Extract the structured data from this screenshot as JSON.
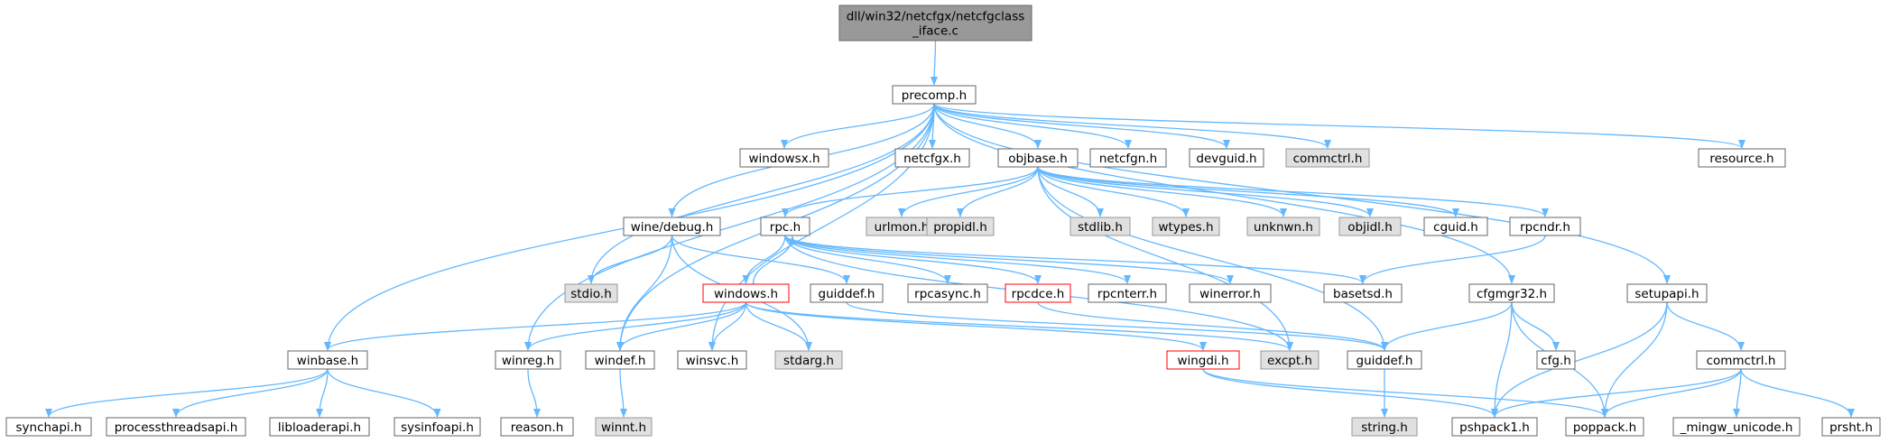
{
  "colors": {
    "edge": "#63b8ff",
    "border": "#666666",
    "root_fill": "#999999",
    "root_border": "#666666",
    "file_fill": "#ffffff",
    "external_fill": "#e0e0e0",
    "external_border": "#999999",
    "truncated_border": "#ff0000"
  },
  "nodes": [
    {
      "id": "root",
      "lines": [
        "dll/win32/netcfgx/netcfgclass",
        "_iface.c"
      ],
      "kind": "root"
    },
    {
      "id": "precomp",
      "lines": [
        "precomp.h"
      ],
      "kind": "file"
    },
    {
      "id": "windowsx",
      "lines": [
        "windowsx.h"
      ],
      "kind": "file"
    },
    {
      "id": "netcfgx",
      "lines": [
        "netcfgx.h"
      ],
      "kind": "file"
    },
    {
      "id": "objbase",
      "lines": [
        "objbase.h"
      ],
      "kind": "file"
    },
    {
      "id": "netcfgn",
      "lines": [
        "netcfgn.h"
      ],
      "kind": "file"
    },
    {
      "id": "devguid",
      "lines": [
        "devguid.h"
      ],
      "kind": "file"
    },
    {
      "id": "commctrl_top",
      "lines": [
        "commctrl.h"
      ],
      "kind": "external"
    },
    {
      "id": "resource",
      "lines": [
        "resource.h"
      ],
      "kind": "file"
    },
    {
      "id": "winedebug",
      "lines": [
        "wine/debug.h"
      ],
      "kind": "file"
    },
    {
      "id": "rpc",
      "lines": [
        "rpc.h"
      ],
      "kind": "file"
    },
    {
      "id": "urlmon",
      "lines": [
        "urlmon.h"
      ],
      "kind": "external"
    },
    {
      "id": "propidl",
      "lines": [
        "propidl.h"
      ],
      "kind": "external"
    },
    {
      "id": "stdlib",
      "lines": [
        "stdlib.h"
      ],
      "kind": "external"
    },
    {
      "id": "wtypes",
      "lines": [
        "wtypes.h"
      ],
      "kind": "external"
    },
    {
      "id": "unknwn",
      "lines": [
        "unknwn.h"
      ],
      "kind": "external"
    },
    {
      "id": "objidl",
      "lines": [
        "objidl.h"
      ],
      "kind": "external"
    },
    {
      "id": "cguid",
      "lines": [
        "cguid.h"
      ],
      "kind": "file"
    },
    {
      "id": "rpcndr",
      "lines": [
        "rpcndr.h"
      ],
      "kind": "file"
    },
    {
      "id": "stdio",
      "lines": [
        "stdio.h"
      ],
      "kind": "external"
    },
    {
      "id": "windows",
      "lines": [
        "windows.h"
      ],
      "kind": "truncated"
    },
    {
      "id": "guiddef_mid",
      "lines": [
        "guiddef.h"
      ],
      "kind": "file"
    },
    {
      "id": "rpcasync",
      "lines": [
        "rpcasync.h"
      ],
      "kind": "file"
    },
    {
      "id": "rpcdce",
      "lines": [
        "rpcdce.h"
      ],
      "kind": "truncated"
    },
    {
      "id": "rpcnterr",
      "lines": [
        "rpcnterr.h"
      ],
      "kind": "file"
    },
    {
      "id": "winerror",
      "lines": [
        "winerror.h"
      ],
      "kind": "file"
    },
    {
      "id": "basetsd",
      "lines": [
        "basetsd.h"
      ],
      "kind": "file"
    },
    {
      "id": "cfgmgr32",
      "lines": [
        "cfgmgr32.h"
      ],
      "kind": "file"
    },
    {
      "id": "setupapi",
      "lines": [
        "setupapi.h"
      ],
      "kind": "file"
    },
    {
      "id": "winbase",
      "lines": [
        "winbase.h"
      ],
      "kind": "file"
    },
    {
      "id": "winreg",
      "lines": [
        "winreg.h"
      ],
      "kind": "file"
    },
    {
      "id": "windef",
      "lines": [
        "windef.h"
      ],
      "kind": "file"
    },
    {
      "id": "winsvc",
      "lines": [
        "winsvc.h"
      ],
      "kind": "file"
    },
    {
      "id": "stdarg",
      "lines": [
        "stdarg.h"
      ],
      "kind": "external"
    },
    {
      "id": "wingdi",
      "lines": [
        "wingdi.h"
      ],
      "kind": "truncated"
    },
    {
      "id": "excpt",
      "lines": [
        "excpt.h"
      ],
      "kind": "external"
    },
    {
      "id": "guiddef_low",
      "lines": [
        "guiddef.h"
      ],
      "kind": "file"
    },
    {
      "id": "cfg",
      "lines": [
        "cfg.h"
      ],
      "kind": "file"
    },
    {
      "id": "commctrl_low",
      "lines": [
        "commctrl.h"
      ],
      "kind": "file"
    },
    {
      "id": "synchapi",
      "lines": [
        "synchapi.h"
      ],
      "kind": "file"
    },
    {
      "id": "processthreadsapi",
      "lines": [
        "processthreadsapi.h"
      ],
      "kind": "file"
    },
    {
      "id": "libloaderapi",
      "lines": [
        "libloaderapi.h"
      ],
      "kind": "file"
    },
    {
      "id": "sysinfoapi",
      "lines": [
        "sysinfoapi.h"
      ],
      "kind": "file"
    },
    {
      "id": "reason",
      "lines": [
        "reason.h"
      ],
      "kind": "file"
    },
    {
      "id": "winnt",
      "lines": [
        "winnt.h"
      ],
      "kind": "external"
    },
    {
      "id": "string",
      "lines": [
        "string.h"
      ],
      "kind": "external"
    },
    {
      "id": "pshpack1",
      "lines": [
        "pshpack1.h"
      ],
      "kind": "file"
    },
    {
      "id": "poppack",
      "lines": [
        "poppack.h"
      ],
      "kind": "file"
    },
    {
      "id": "mingw_unicode",
      "lines": [
        "_mingw_unicode.h"
      ],
      "kind": "file"
    },
    {
      "id": "prsht",
      "lines": [
        "prsht.h"
      ],
      "kind": "file"
    }
  ],
  "edges": [
    [
      "root",
      "precomp"
    ],
    [
      "precomp",
      "windowsx"
    ],
    [
      "precomp",
      "netcfgx"
    ],
    [
      "precomp",
      "objbase"
    ],
    [
      "precomp",
      "netcfgn"
    ],
    [
      "precomp",
      "devguid"
    ],
    [
      "precomp",
      "commctrl_top"
    ],
    [
      "precomp",
      "resource"
    ],
    [
      "precomp",
      "winedebug"
    ],
    [
      "precomp",
      "stdio"
    ],
    [
      "precomp",
      "winbase"
    ],
    [
      "precomp",
      "winreg"
    ],
    [
      "precomp",
      "windef"
    ],
    [
      "precomp",
      "winsvc"
    ],
    [
      "precomp",
      "cfgmgr32"
    ],
    [
      "precomp",
      "setupapi"
    ],
    [
      "objbase",
      "rpc"
    ],
    [
      "objbase",
      "urlmon"
    ],
    [
      "objbase",
      "propidl"
    ],
    [
      "objbase",
      "stdlib"
    ],
    [
      "objbase",
      "wtypes"
    ],
    [
      "objbase",
      "unknwn"
    ],
    [
      "objbase",
      "objidl"
    ],
    [
      "objbase",
      "cguid"
    ],
    [
      "objbase",
      "rpcndr"
    ],
    [
      "objbase",
      "excpt"
    ],
    [
      "objbase",
      "guiddef_low"
    ],
    [
      "winedebug",
      "stdio"
    ],
    [
      "winedebug",
      "windef"
    ],
    [
      "winedebug",
      "stdarg"
    ],
    [
      "winedebug",
      "guiddef_mid"
    ],
    [
      "rpc",
      "windows"
    ],
    [
      "rpc",
      "rpcasync"
    ],
    [
      "rpc",
      "rpcdce"
    ],
    [
      "rpc",
      "rpcnterr"
    ],
    [
      "rpc",
      "winerror"
    ],
    [
      "rpc",
      "basetsd"
    ],
    [
      "rpc",
      "excpt"
    ],
    [
      "windows",
      "rpc"
    ],
    [
      "windows",
      "winbase"
    ],
    [
      "windows",
      "winreg"
    ],
    [
      "windows",
      "windef"
    ],
    [
      "windows",
      "winsvc"
    ],
    [
      "windows",
      "stdarg"
    ],
    [
      "windows",
      "wingdi"
    ],
    [
      "windows",
      "excpt"
    ],
    [
      "rpcndr",
      "basetsd"
    ],
    [
      "rpcdce",
      "guiddef_low"
    ],
    [
      "guiddef_mid",
      "guiddef_low"
    ],
    [
      "cfgmgr32",
      "guiddef_low"
    ],
    [
      "cfgmgr32",
      "cfg"
    ],
    [
      "cfgmgr32",
      "pshpack1"
    ],
    [
      "cfgmgr32",
      "poppack"
    ],
    [
      "setupapi",
      "commctrl_low"
    ],
    [
      "setupapi",
      "pshpack1"
    ],
    [
      "setupapi",
      "poppack"
    ],
    [
      "commctrl_low",
      "pshpack1"
    ],
    [
      "commctrl_low",
      "poppack"
    ],
    [
      "commctrl_low",
      "mingw_unicode"
    ],
    [
      "commctrl_low",
      "prsht"
    ],
    [
      "winbase",
      "synchapi"
    ],
    [
      "winbase",
      "processthreadsapi"
    ],
    [
      "winbase",
      "libloaderapi"
    ],
    [
      "winbase",
      "sysinfoapi"
    ],
    [
      "winreg",
      "reason"
    ],
    [
      "windef",
      "winnt"
    ],
    [
      "wingdi",
      "pshpack1"
    ],
    [
      "wingdi",
      "poppack"
    ],
    [
      "guiddef_low",
      "string"
    ]
  ]
}
